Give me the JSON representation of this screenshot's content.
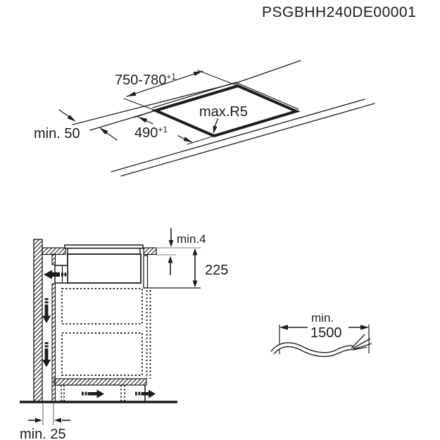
{
  "title": "PSGBHH240DE00001",
  "top_view": {
    "width_dim": "750-780",
    "width_tol": "+1",
    "depth_dim": "490",
    "depth_tol": "+1",
    "edge_clearance": "min. 50",
    "corner_radius": "max.R5"
  },
  "section_view": {
    "surface_clearance": "min.4",
    "installation_depth": "225",
    "wall_clearance": "min. 25"
  },
  "cable": {
    "label_min": "min.",
    "length": "1500"
  },
  "colors": {
    "ink": "#1c1c1c",
    "ref_line": "#999999",
    "background": "#ffffff"
  }
}
